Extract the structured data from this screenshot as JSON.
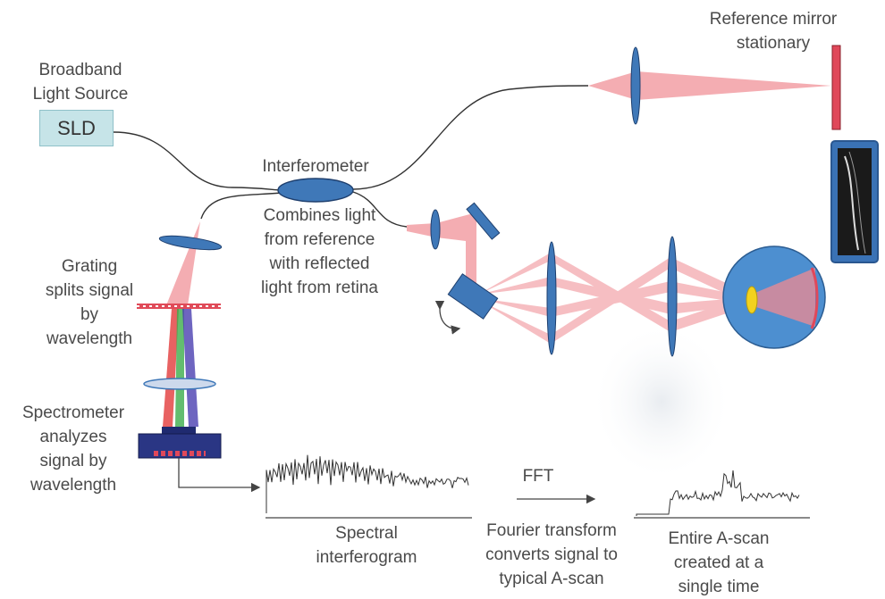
{
  "light_source": {
    "title": [
      "Broadband",
      "Light Source"
    ],
    "box": "SLD"
  },
  "reference_mirror": {
    "title": [
      "Reference mirror",
      "stationary"
    ]
  },
  "interferometer": {
    "title": "Interferometer",
    "description": [
      "Combines light",
      "from reference",
      "with reflected",
      "light from retina"
    ]
  },
  "grating": {
    "description": [
      "Grating",
      "splits signal",
      "by",
      "wavelength"
    ]
  },
  "spectrometer": {
    "description": [
      "Spectrometer",
      "analyzes",
      "signal by",
      "wavelength"
    ]
  },
  "interferogram": {
    "caption": [
      "Spectral",
      "interferogram"
    ]
  },
  "fft": {
    "label": "FFT",
    "description": [
      "Fourier transform",
      "converts signal to",
      "typical A-scan"
    ]
  },
  "ascan": {
    "caption": [
      "Entire A-scan",
      "created at a",
      "single time"
    ]
  },
  "colors": {
    "beam": "#f08a92",
    "optics": "#3f78b8",
    "eye": "#4d8fd0",
    "mirror": "#e0485a",
    "box": "#c6e4e8"
  }
}
